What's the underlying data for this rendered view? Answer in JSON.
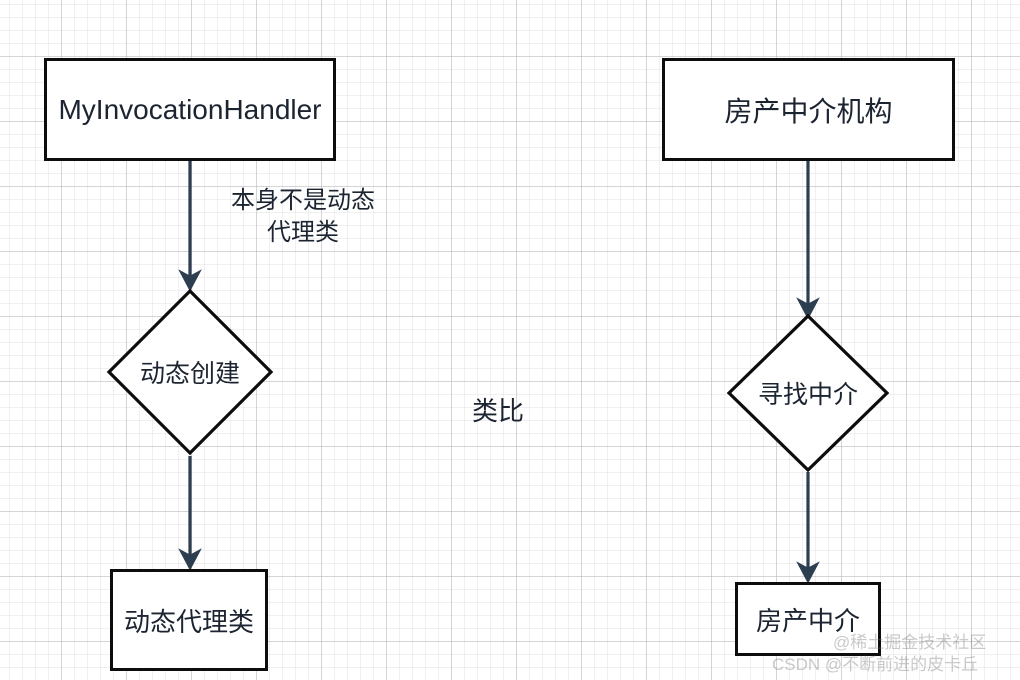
{
  "diagram": {
    "type": "flowchart",
    "background": "#ffffff",
    "grid_color": "#c8c8cd",
    "node_border_color": "#0d0d0d",
    "node_fill_color": "#ffffff",
    "edge_color": "#2c3e50",
    "text_color": "#1b2430",
    "center_note": "类比",
    "left_flow": {
      "start": "MyInvocationHandler",
      "edge_label": "本身不是动态\n代理类",
      "decision": "动态创建",
      "end": "动态代理类"
    },
    "right_flow": {
      "start": "房产中介机构",
      "decision": "寻找中介",
      "end": "房产中介"
    }
  },
  "watermarks": {
    "juejin": "@稀土掘金技术社区",
    "csdn": "CSDN @不断前进的皮卡丘"
  }
}
